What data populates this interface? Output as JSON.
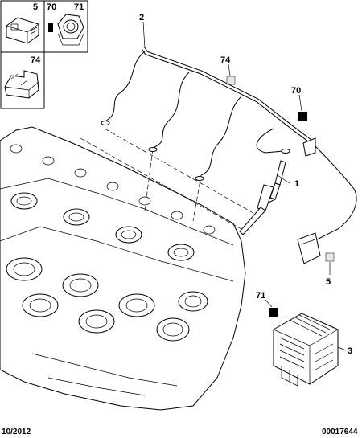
{
  "callouts": {
    "box_tl_5": "5",
    "box_tl_70": "70",
    "box_tl_71": "71",
    "box_ml_74": "74",
    "harness": "2",
    "bracket_74": "74",
    "clip_70": "70",
    "glow_plug": "1",
    "connector_5": "5",
    "nut_71": "71",
    "relay": "3"
  },
  "footer": {
    "date": "10/2012",
    "reference": "00017644"
  },
  "colors": {
    "line": "#000000",
    "background": "#ffffff",
    "swatch_gray": "#e8e8e8"
  }
}
